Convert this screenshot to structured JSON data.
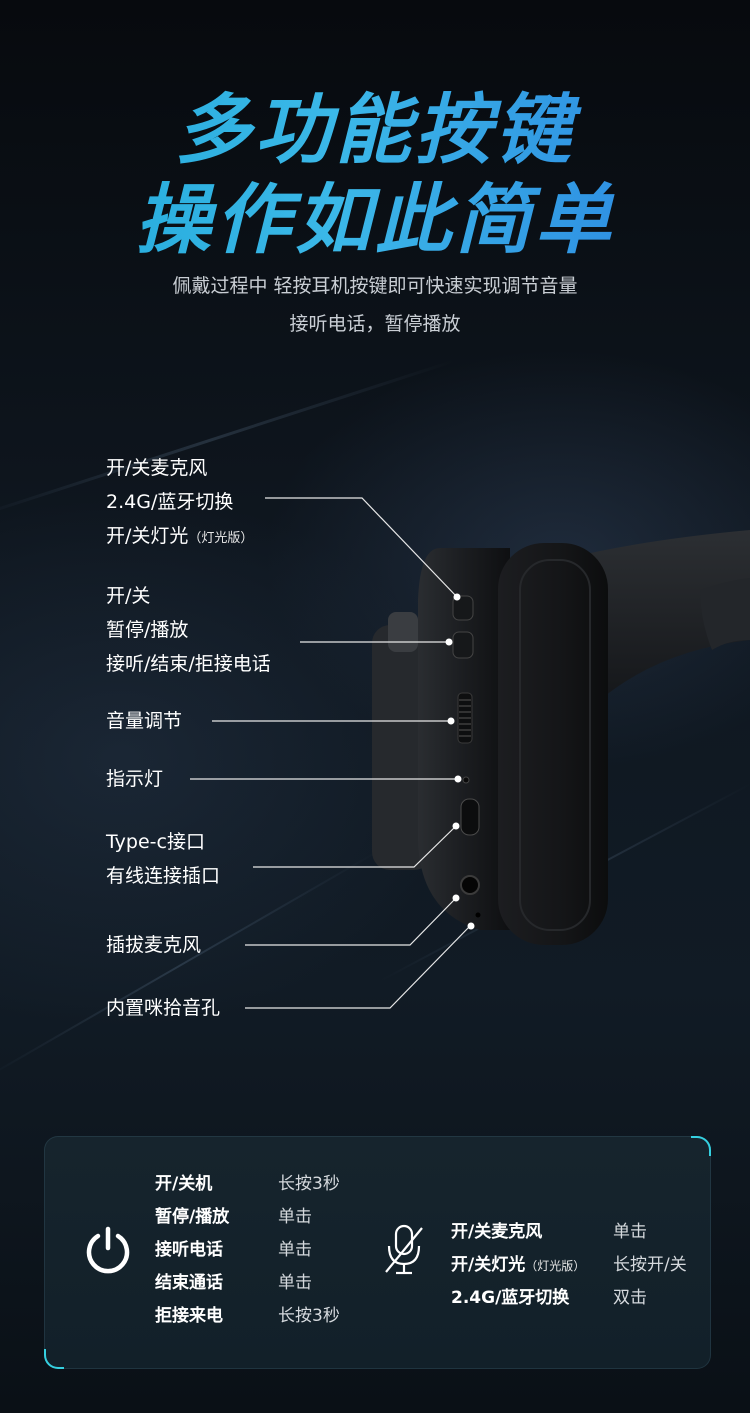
{
  "headline": {
    "line1": "多功能按键",
    "line2": "操作如此简单"
  },
  "subtitle": {
    "line1": "佩戴过程中 轻按耳机按键即可快速实现调节音量",
    "line2": "接听电话，暂停播放"
  },
  "callouts": {
    "g1": {
      "l1": "开/关麦克风",
      "l2": "2.4G/蓝牙切换",
      "l3": "开/关灯光",
      "l3_note": "（灯光版）"
    },
    "g2": {
      "l1": "开/关",
      "l2": "暂停/播放",
      "l3": "接听/结束/拒接电话"
    },
    "volume": "音量调节",
    "indicator": "指示灯",
    "typec": {
      "l1": "Type-c接口",
      "l2": "有线连接插口"
    },
    "mic_plug": "插拔麦克风",
    "mic_hole": "内置咪拾音孔"
  },
  "panel": {
    "left": [
      {
        "key": "开/关机",
        "value": "长按3秒"
      },
      {
        "key": "暂停/播放",
        "value": "单击"
      },
      {
        "key": "接听电话",
        "value": "单击"
      },
      {
        "key": "结束通话",
        "value": "单击"
      },
      {
        "key": "拒接来电",
        "value": "长按3秒"
      }
    ],
    "right": [
      {
        "key": "开/关麦克风",
        "note": "",
        "value": "单击"
      },
      {
        "key": "开/关灯光",
        "note": "（灯光版）",
        "value": "长按开/关"
      },
      {
        "key": "2.4G/蓝牙切换",
        "note": "",
        "value": "双击"
      }
    ],
    "icons": {
      "left": "power-icon",
      "right": "mic-mute-icon"
    }
  },
  "colors": {
    "accent": "#35d0e0",
    "title_from": "#1fa8d8",
    "title_to": "#2a7fe0"
  }
}
